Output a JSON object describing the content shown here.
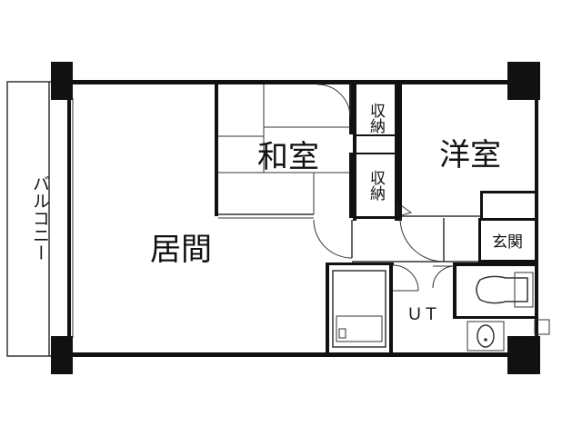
{
  "rooms": {
    "balcony": "バルコニー",
    "living": "居間",
    "japanese_room": "和室",
    "western_room": "洋室",
    "storage_1": "収納",
    "storage_2": "収納",
    "entrance": "玄関",
    "unit_bath": "ＵＴ"
  },
  "colors": {
    "wall": "#111111",
    "line": "#333333",
    "background": "#ffffff"
  }
}
